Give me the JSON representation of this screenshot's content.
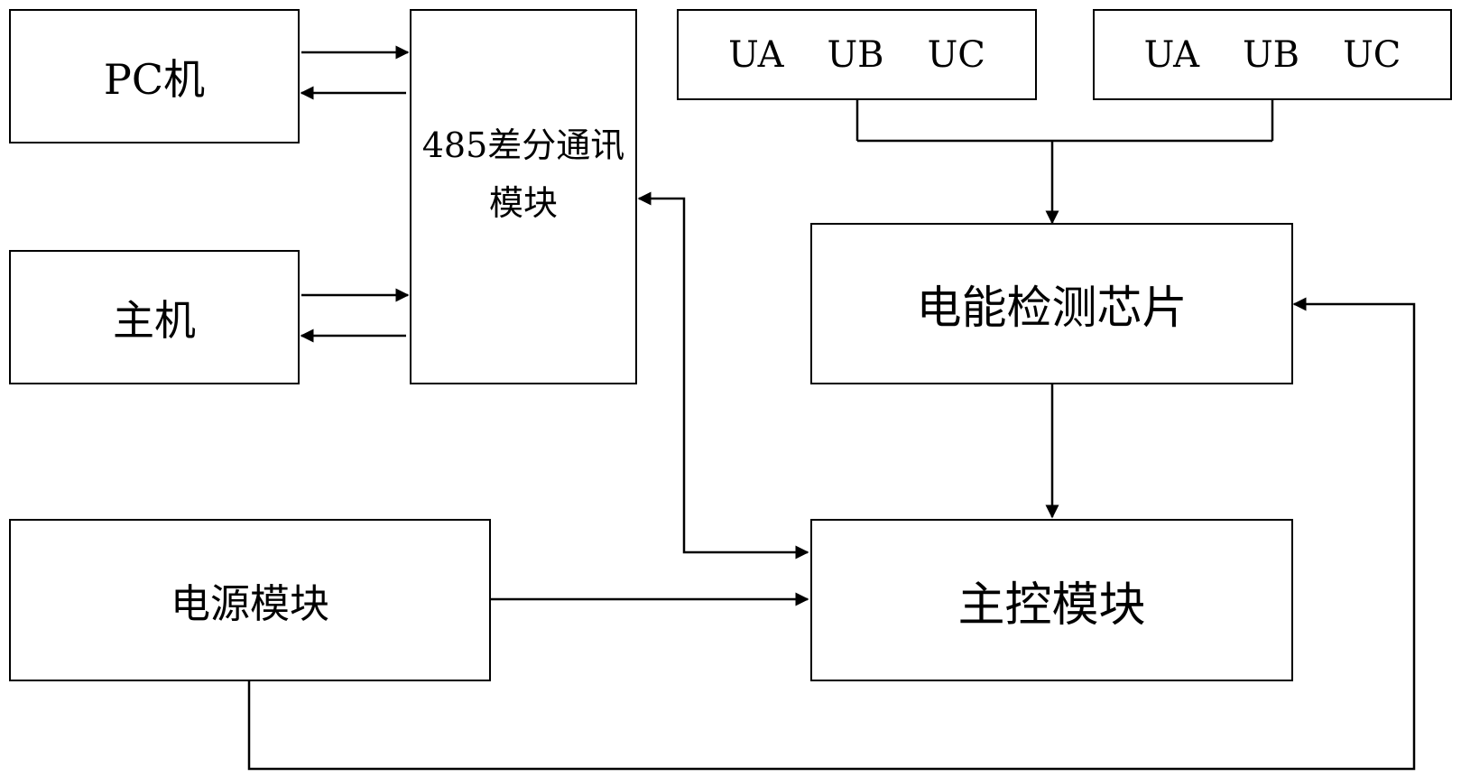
{
  "blocks": {
    "pc": "PC机",
    "host": "主机",
    "comm485": "485差分通讯模块",
    "energy_chip": "电能检测芯片",
    "main_ctrl": "主控模块",
    "power": "电源模块"
  },
  "voltage_inputs": [
    [
      "UA",
      "UB",
      "UC"
    ],
    [
      "UA",
      "UB",
      "UC"
    ]
  ],
  "colors": {
    "line": "#000000",
    "background": "#ffffff"
  }
}
